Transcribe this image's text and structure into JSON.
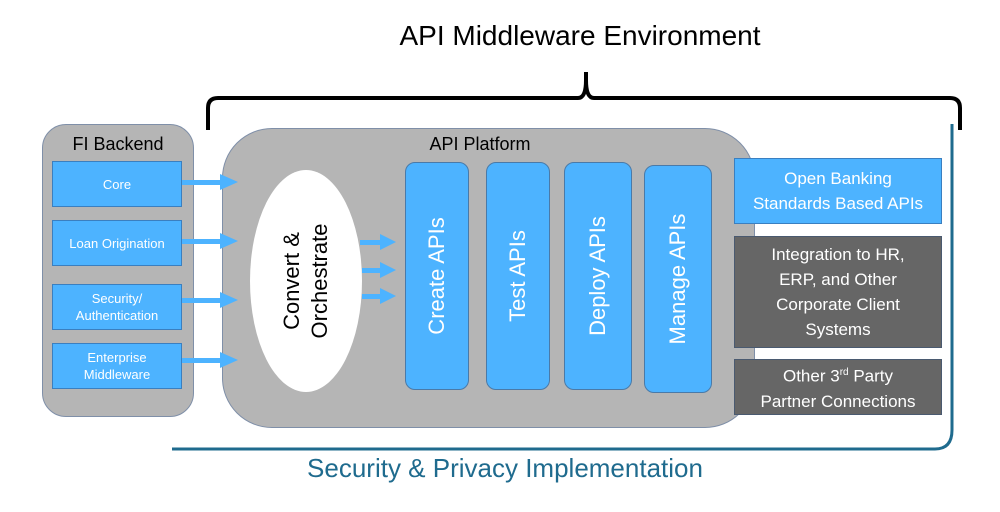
{
  "diagram": {
    "title": "API Middleware Environment",
    "footer": "Security & Privacy Implementation",
    "colors": {
      "panel_gray": "#b5b5b5",
      "box_blue": "#4db3ff",
      "box_dark": "#666666",
      "security_line": "#1f6b8e",
      "bracket": "#000000"
    },
    "fi_backend": {
      "title": "FI Backend",
      "items": [
        {
          "line1": "Core",
          "line2": ""
        },
        {
          "line1": "Loan Origination",
          "line2": ""
        },
        {
          "line1": "Security/",
          "line2": "Authentication"
        },
        {
          "line1": "Enterprise",
          "line2": "Middleware"
        }
      ]
    },
    "api_platform": {
      "title": "API Platform",
      "converter": {
        "line1": "Convert &",
        "line2": "Orchestrate"
      },
      "stages": [
        "Create APIs",
        "Test APIs",
        "Deploy APIs",
        "Manage APIs"
      ]
    },
    "consumers": {
      "open_banking": {
        "line1": "Open Banking",
        "line2": "Standards Based APIs"
      },
      "integration": {
        "line1": "Integration to HR,",
        "line2": "ERP, and Other",
        "line3": "Corporate Client",
        "line4": "Systems"
      },
      "partners": {
        "prefix": "Other 3",
        "sup": "rd",
        "suffix": " Party",
        "line2": "Partner Connections"
      }
    }
  }
}
